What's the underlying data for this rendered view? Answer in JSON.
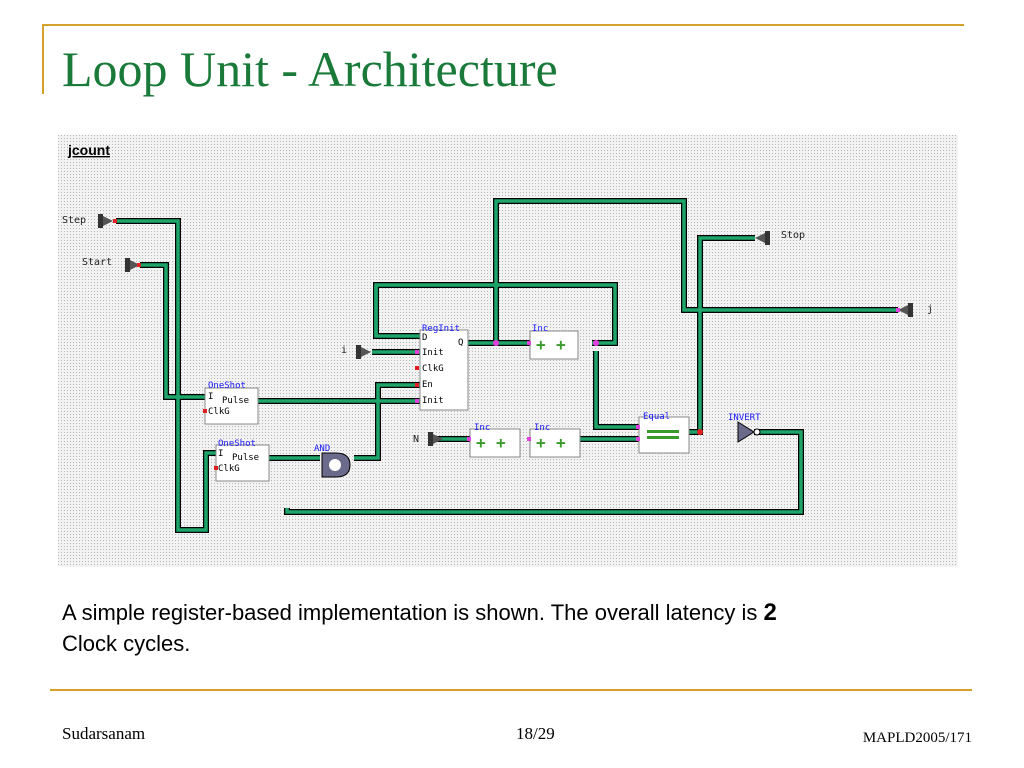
{
  "title": "Loop Unit - Architecture",
  "diagram": {
    "name": "jcount",
    "ports": {
      "step": "Step",
      "start": "Start",
      "i": "i",
      "n": "N",
      "stop": "Stop",
      "j": "j"
    },
    "blocks": {
      "oneshot1": {
        "title": "OneShot",
        "in1": "I",
        "in2": "ClkG",
        "out": "Pulse"
      },
      "oneshot2": {
        "title": "OneShot",
        "in1": "I",
        "in2": "ClkG",
        "out": "Pulse"
      },
      "and": {
        "title": "AND"
      },
      "reginit": {
        "title": "RegInit",
        "d": "D",
        "init1": "Init",
        "clkg": "ClkG",
        "en": "En",
        "init2": "Init",
        "q": "Q"
      },
      "inc1": {
        "title": "Inc"
      },
      "inc2": {
        "title": "Inc"
      },
      "inc3": {
        "title": "Inc"
      },
      "equal": {
        "title": "Equal"
      },
      "invert": {
        "title": "INVERT"
      }
    },
    "colors": {
      "wire": "#1fa46a",
      "wire_edge": "#000000",
      "block_label": "#1a1aff",
      "background": "#e8e8e8"
    }
  },
  "caption": {
    "text": "A simple register-based implementation is shown. The overall latency is ",
    "bold": "2",
    "tail": "Clock cycles."
  },
  "footer": {
    "left": "Sudarsanam",
    "center": "18/29",
    "right": "MAPLD2005/171"
  },
  "colors": {
    "accent": "#d4a22a",
    "title": "#1a7a3a"
  }
}
